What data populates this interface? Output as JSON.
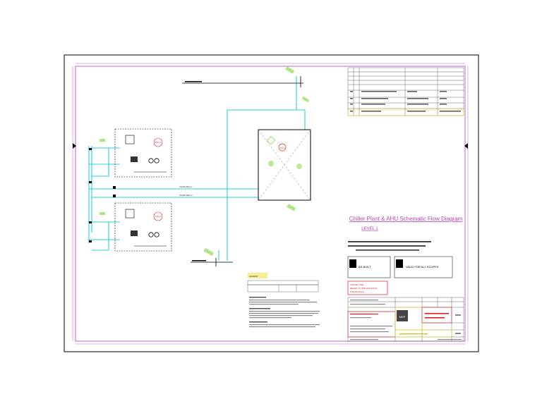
{
  "drawing": {
    "title_line1": "Chiller Plant & AHU Schematic Flow Diagram",
    "title_line2": "LEVEL 1",
    "as_built_label": "AS BUILT",
    "valid_label": "VALID FOR ALL SCOPES",
    "red_note_line1": "LIMITED USE",
    "red_note_line2": "REFER TO SPECIFICATION",
    "red_note_line3": "FOR DETAILS",
    "colors": {
      "frame": "#000000",
      "border": "#b43cc8",
      "pipe": "#28d2dc",
      "accent_red": "#e02020",
      "accent_yellow": "#f0dc28",
      "tag_green": "#8cdc50",
      "title_magenta": "#c040c0"
    }
  },
  "annotations": {
    "top_pipe_label": "CHWS 80mm",
    "bottom_pipe_label": "CHWR 80mm",
    "tank_tag": "TK-1",
    "upper_unit_tag": "AHU-1",
    "lower_unit_tag": "AHU-2"
  },
  "legend": {
    "heading": "LEGEND"
  },
  "title_block": {
    "company": "MEP"
  },
  "icons": {
    "frame_marker_left": "triangle-marker-icon",
    "frame_marker_right": "triangle-marker-icon",
    "pump": "pump-icon",
    "valve": "valve-icon",
    "stamp": "stamp-icon"
  }
}
